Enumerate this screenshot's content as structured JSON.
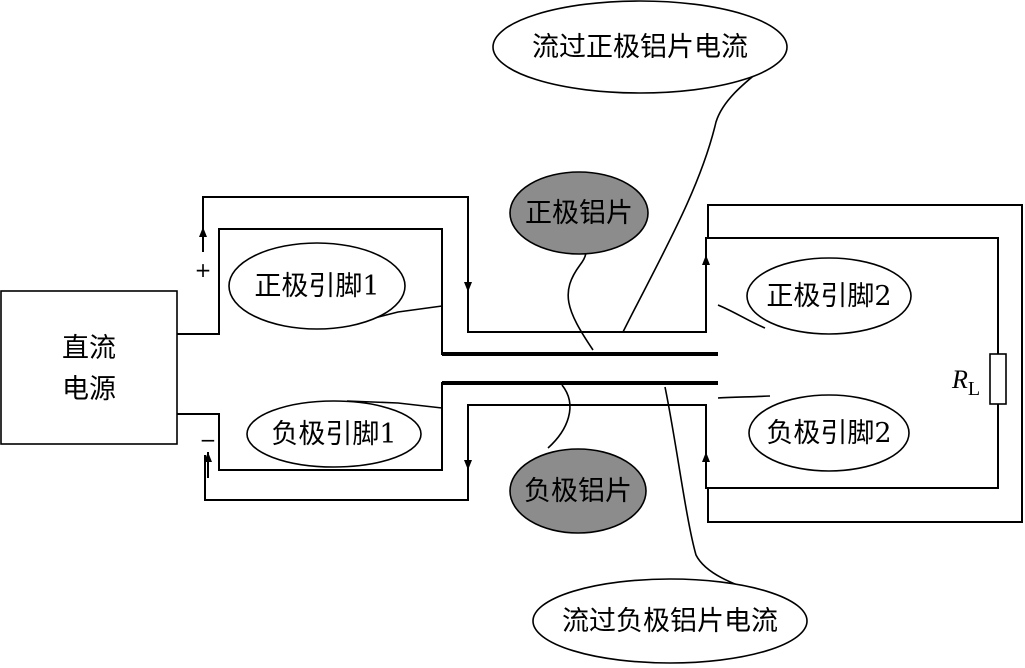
{
  "power_supply": {
    "line1": "直流",
    "line2": "电源"
  },
  "terminals": {
    "plus": "+",
    "minus": "−"
  },
  "labels": {
    "positive_pin_1": "正极引脚1",
    "positive_pin_2": "正极引脚2",
    "negative_pin_1": "负极引脚1",
    "negative_pin_2": "负极引脚2",
    "positive_foil": "正极铝片",
    "negative_foil": "负极铝片",
    "current_positive_foil": "流过正极铝片电流",
    "current_negative_foil": "流过负极铝片电流"
  },
  "load": {
    "symbol": "R",
    "subscript": "L"
  },
  "colors": {
    "foil_fill": "#8c8c8c",
    "line": "#000000",
    "background": "#ffffff"
  }
}
